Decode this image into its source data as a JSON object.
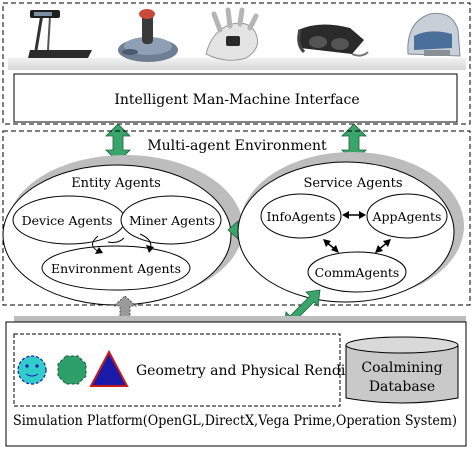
{
  "devices": [
    {
      "name": "treadmill"
    },
    {
      "name": "joystick"
    },
    {
      "name": "data-glove"
    },
    {
      "name": "vr-headset"
    },
    {
      "name": "head-mounted-display"
    }
  ],
  "interface_label": "Intelligent Man-Machine Interface",
  "environment": {
    "title": "Multi-agent Environment",
    "entity": {
      "title": "Entity Agents",
      "device": "Device Agents",
      "miner": "Miner Agents",
      "environment": "Environment Agents"
    },
    "service": {
      "title": "Service Agents",
      "info": "InfoAgents",
      "app": "AppAgents",
      "comm": "CommAgents"
    }
  },
  "platform": {
    "geometry_label": "Geometry and Physical Rending",
    "database_line1": "Coalmining",
    "database_line2": "Database",
    "simulation_label": "Simulation Platform(OpenGL,DirectX,Vega Prime,Operation System)"
  },
  "colors": {
    "arrow_green": "#3aa56b",
    "arrow_gray": "#9a9a9a",
    "shape_cyan": "#33cccc",
    "shape_green": "#2e9e6a",
    "shape_blue": "#1a1aa8",
    "triangle_red": "#c81a1a",
    "shadow": "#bdbdbd"
  }
}
